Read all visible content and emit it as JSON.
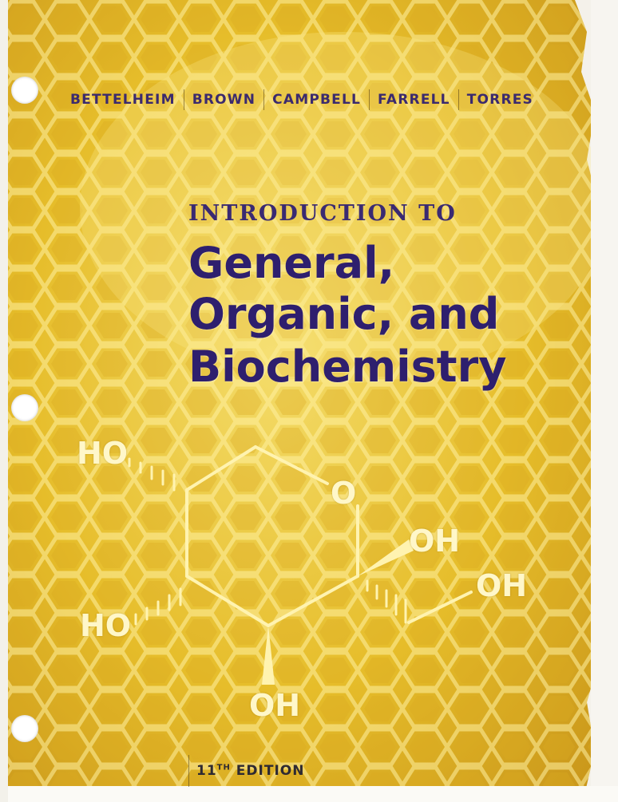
{
  "authors": [
    "BETTELHEIM",
    "BROWN",
    "CAMPBELL",
    "FARRELL",
    "TORRES"
  ],
  "title": {
    "intro": "INTRODUCTION TO",
    "line1": "General,",
    "line2": "Organic, and",
    "line3": "Biochemistry"
  },
  "molecule": {
    "ho_top": "HO",
    "ho_bottom": "HO",
    "ring_o": "O",
    "oh_right": "OH",
    "oh_far_right": "OH",
    "oh_bottom": "OH"
  },
  "edition": {
    "number": "11",
    "suffix": "TH",
    "label": "EDITION"
  },
  "colors": {
    "honey": "#e3b51c",
    "honey_light": "#f2d766",
    "title_purple": "#2e1f6e",
    "molecule_line": "#fff3b0"
  }
}
